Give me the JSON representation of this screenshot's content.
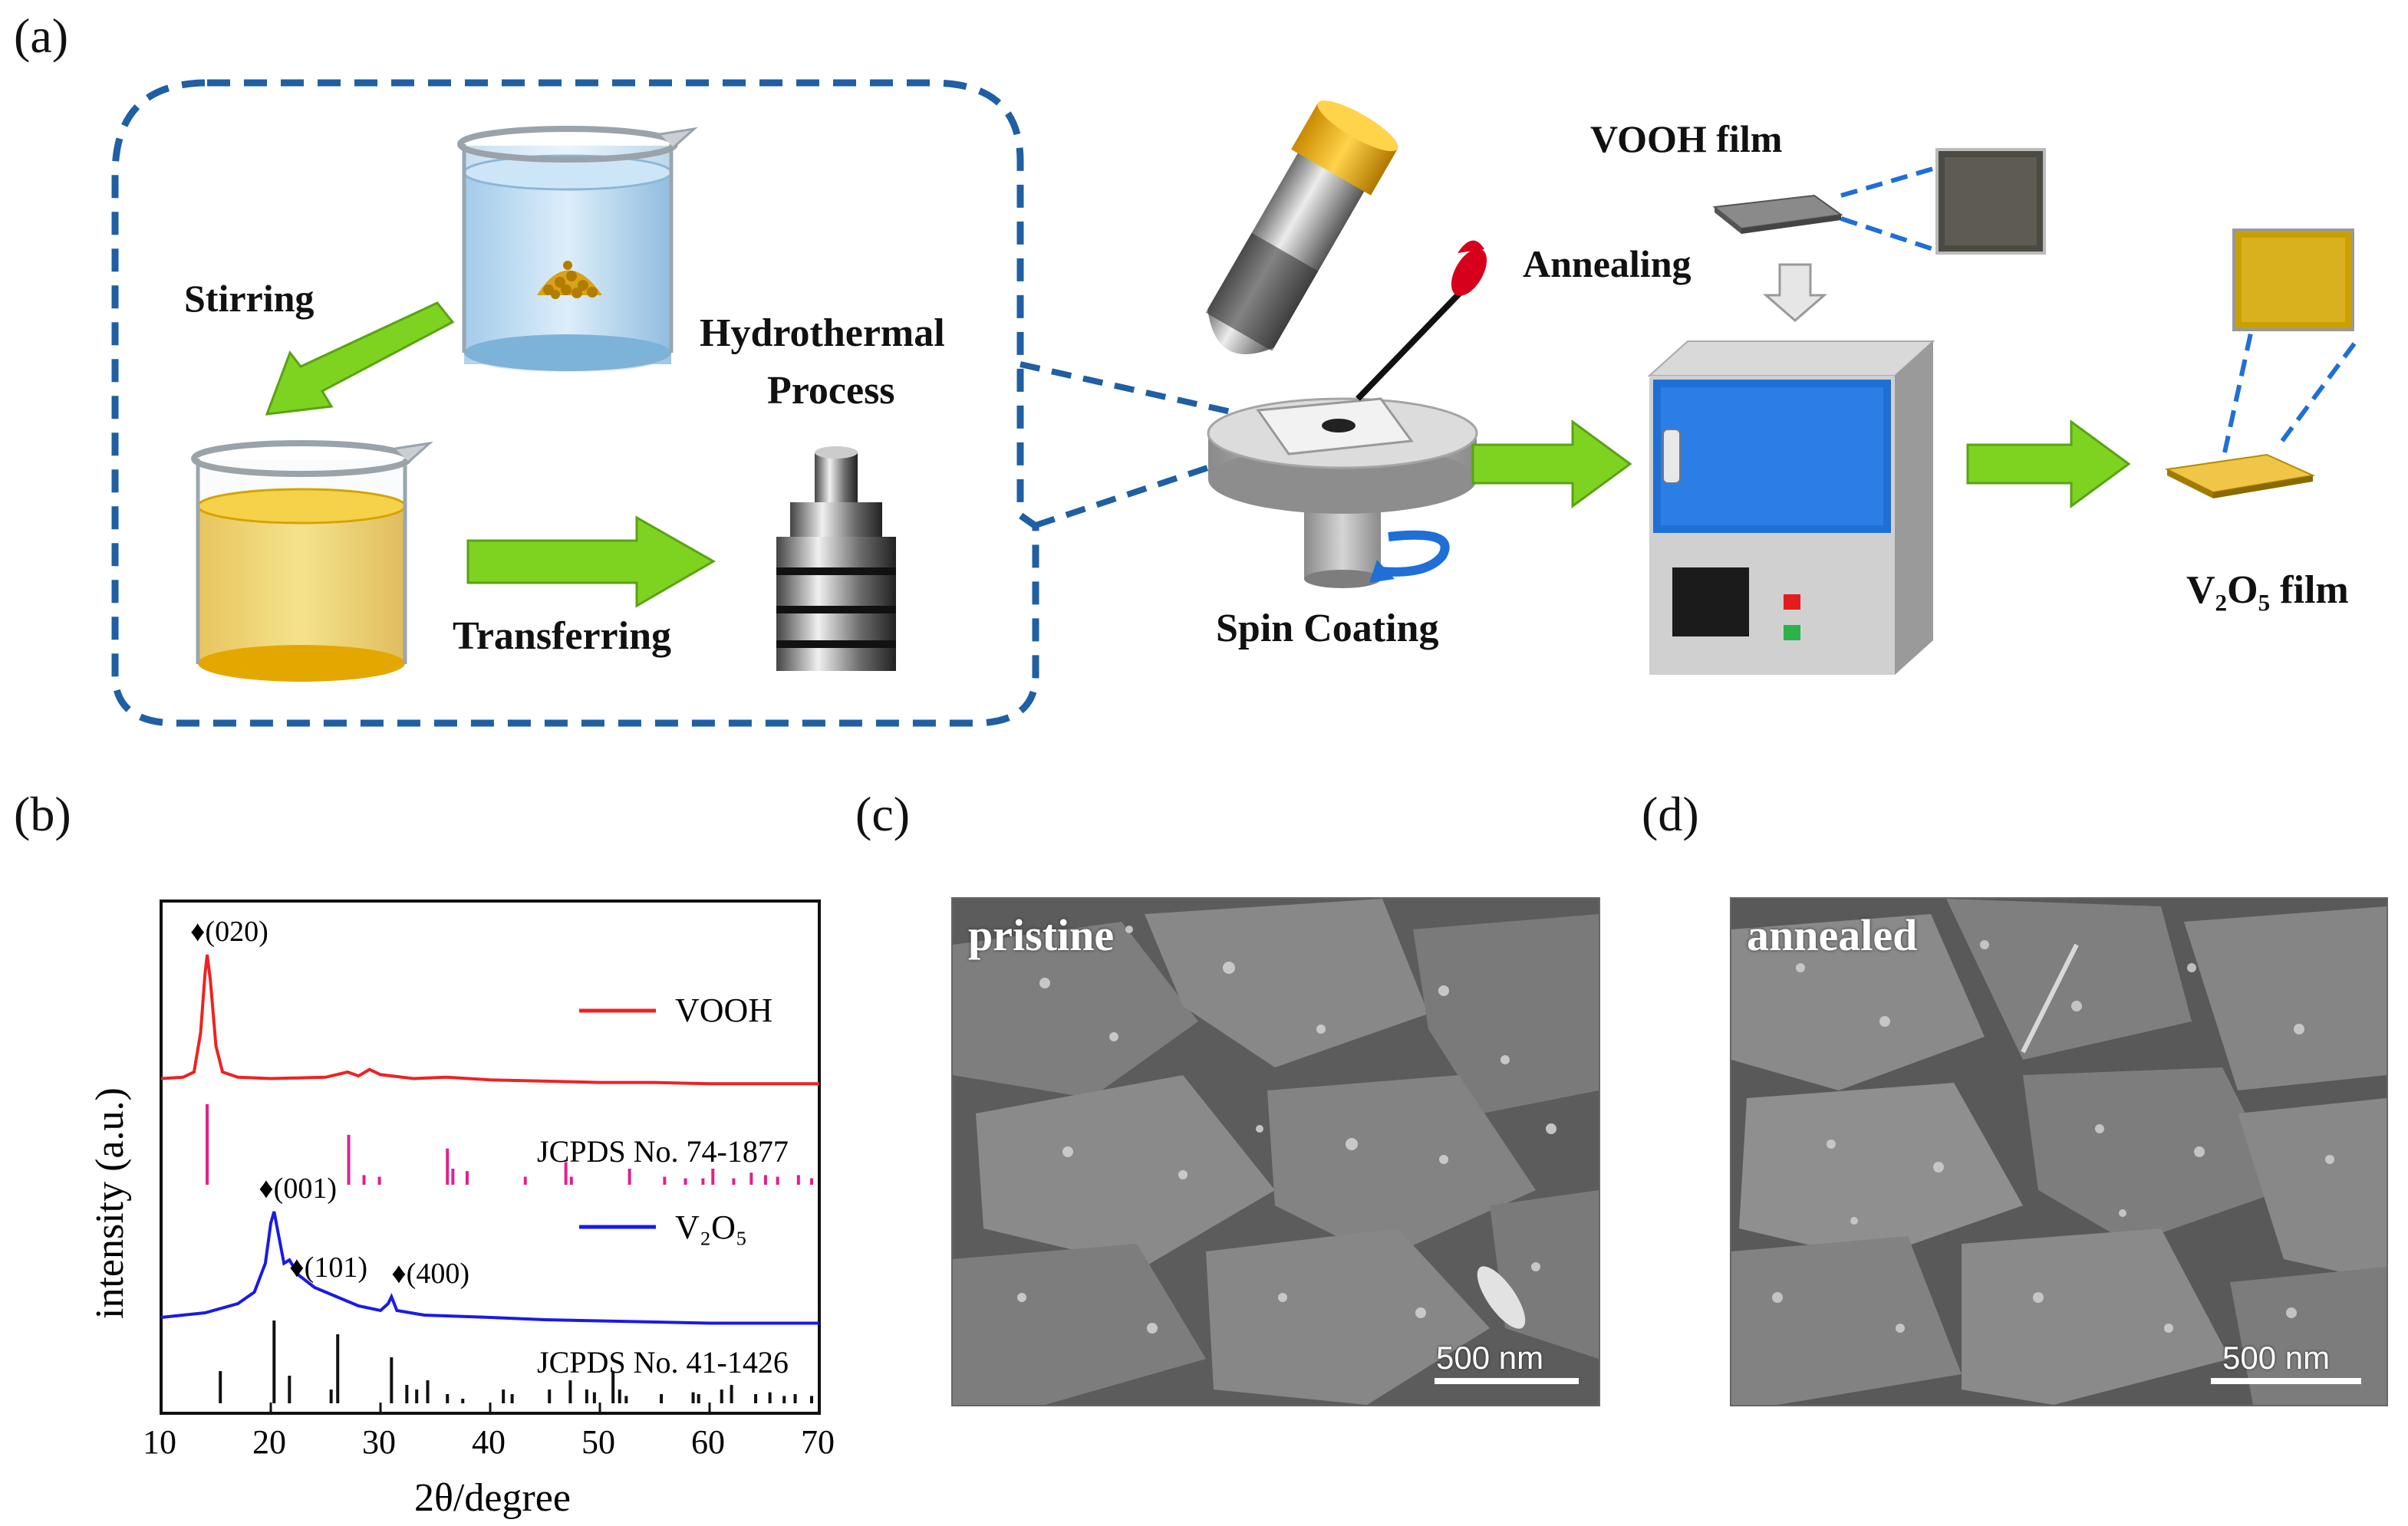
{
  "panels": {
    "a": {
      "label": "(a)",
      "steps": {
        "stirring": "Stirring",
        "transferring": "Transferring",
        "hydrothermal_line1": "Hydrothermal",
        "hydrothermal_line2": "Process",
        "spin_coating": "Spin Coating",
        "annealing": "Annealing",
        "vooh_film": "VOOH film",
        "v2o5_film": "V₂O₅ film"
      }
    },
    "b": {
      "label": "(b)"
    },
    "c": {
      "label": "(c)",
      "image_label": "pristine",
      "scale": "500 nm"
    },
    "d": {
      "label": "(d)",
      "image_label": "annealed",
      "scale": "500 nm"
    }
  },
  "colors": {
    "dash_box": "#1f5fa3",
    "arrow_green": "#7ed321",
    "vooh": "#ee2222",
    "jcpds_vooh": "#e0208f",
    "v2o5": "#1a1ae6",
    "jcpds_v2o5": "#111111",
    "oven_blue": "#1f6fd6",
    "film_yellow": "#d9b22a"
  },
  "chart_data": {
    "type": "line",
    "xlabel": "2θ/degree",
    "ylabel": "intensity (a.u.)",
    "xlim": [
      10,
      70
    ],
    "xticks": [
      "10",
      "20",
      "30",
      "40",
      "50",
      "60",
      "70"
    ],
    "series": [
      {
        "name": "VOOH",
        "color": "#ee2222",
        "peaks": [
          {
            "x": 14.2,
            "label": "♦(020)"
          }
        ],
        "points": [
          [
            10,
            0.05
          ],
          [
            12,
            0.06
          ],
          [
            13,
            0.1
          ],
          [
            13.6,
            0.4
          ],
          [
            14.0,
            0.85
          ],
          [
            14.2,
            1.0
          ],
          [
            14.5,
            0.8
          ],
          [
            15,
            0.3
          ],
          [
            15.6,
            0.1
          ],
          [
            17,
            0.06
          ],
          [
            20,
            0.05
          ],
          [
            25,
            0.06
          ],
          [
            27,
            0.1
          ],
          [
            28,
            0.07
          ],
          [
            29,
            0.12
          ],
          [
            30,
            0.08
          ],
          [
            33,
            0.05
          ],
          [
            36,
            0.06
          ],
          [
            40,
            0.04
          ],
          [
            45,
            0.03
          ],
          [
            50,
            0.02
          ],
          [
            55,
            0.02
          ],
          [
            60,
            0.01
          ],
          [
            65,
            0.01
          ],
          [
            70,
            0.01
          ]
        ]
      },
      {
        "name": "V₂O₅",
        "color": "#1a1ae6",
        "peaks": [
          {
            "x": 20.3,
            "label": "♦(001)"
          },
          {
            "x": 21.7,
            "label": "♦(101)"
          },
          {
            "x": 31.0,
            "label": "♦(400)"
          }
        ],
        "points": [
          [
            10,
            0.08
          ],
          [
            14,
            0.12
          ],
          [
            17,
            0.2
          ],
          [
            18.5,
            0.3
          ],
          [
            19.5,
            0.55
          ],
          [
            20.0,
            0.9
          ],
          [
            20.3,
            1.0
          ],
          [
            20.7,
            0.8
          ],
          [
            21.2,
            0.55
          ],
          [
            21.7,
            0.58
          ],
          [
            22.5,
            0.45
          ],
          [
            24,
            0.34
          ],
          [
            26,
            0.26
          ],
          [
            28,
            0.18
          ],
          [
            30,
            0.14
          ],
          [
            30.7,
            0.2
          ],
          [
            31.0,
            0.26
          ],
          [
            31.5,
            0.14
          ],
          [
            34,
            0.1
          ],
          [
            40,
            0.08
          ],
          [
            45,
            0.06
          ],
          [
            50,
            0.05
          ],
          [
            55,
            0.04
          ],
          [
            60,
            0.03
          ],
          [
            65,
            0.03
          ],
          [
            70,
            0.03
          ]
        ]
      }
    ],
    "references": [
      {
        "name": "JCPDS No. 74-1877",
        "color": "#e0208f",
        "lines": [
          [
            14.2,
            1.0
          ],
          [
            27.1,
            0.62
          ],
          [
            28.5,
            0.12
          ],
          [
            29.9,
            0.1
          ],
          [
            36.1,
            0.45
          ],
          [
            36.6,
            0.2
          ],
          [
            37.9,
            0.17
          ],
          [
            43.2,
            0.1
          ],
          [
            46.9,
            0.28
          ],
          [
            47.4,
            0.1
          ],
          [
            52.7,
            0.2
          ],
          [
            55.9,
            0.1
          ],
          [
            57.8,
            0.08
          ],
          [
            59.4,
            0.08
          ],
          [
            60.3,
            0.2
          ],
          [
            62.2,
            0.08
          ],
          [
            63.8,
            0.15
          ],
          [
            65.1,
            0.12
          ],
          [
            66.2,
            0.1
          ],
          [
            68.1,
            0.12
          ],
          [
            69.3,
            0.08
          ]
        ]
      },
      {
        "name": "JCPDS No. 41-1426",
        "color": "#111111",
        "lines": [
          [
            15.4,
            0.35
          ],
          [
            20.3,
            0.9
          ],
          [
            21.7,
            0.3
          ],
          [
            25.5,
            0.15
          ],
          [
            26.1,
            0.75
          ],
          [
            31.0,
            0.5
          ],
          [
            32.4,
            0.2
          ],
          [
            33.3,
            0.15
          ],
          [
            34.3,
            0.25
          ],
          [
            36.1,
            0.1
          ],
          [
            37.5,
            0.05
          ],
          [
            41.2,
            0.15
          ],
          [
            42.0,
            0.1
          ],
          [
            45.4,
            0.15
          ],
          [
            47.3,
            0.25
          ],
          [
            48.8,
            0.15
          ],
          [
            49.5,
            0.12
          ],
          [
            51.2,
            0.35
          ],
          [
            51.8,
            0.15
          ],
          [
            52.4,
            0.08
          ],
          [
            55.6,
            0.1
          ],
          [
            58.5,
            0.12
          ],
          [
            59.0,
            0.1
          ],
          [
            61.1,
            0.15
          ],
          [
            62.0,
            0.2
          ],
          [
            64.2,
            0.1
          ],
          [
            65.5,
            0.12
          ],
          [
            66.8,
            0.08
          ],
          [
            67.8,
            0.1
          ],
          [
            69.3,
            0.08
          ]
        ]
      }
    ],
    "annotations": [
      "JCPDS No. 74-1877",
      "JCPDS No. 41-1426"
    ],
    "legend": "right"
  }
}
